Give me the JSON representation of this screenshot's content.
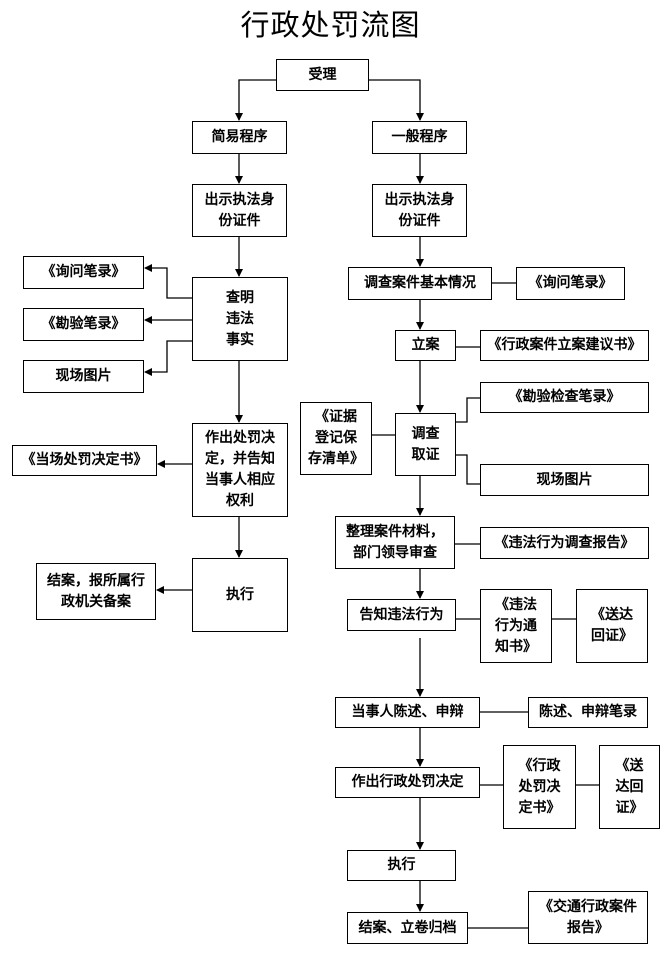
{
  "title": "行政处罚流图",
  "nodes": {
    "accept": "受理",
    "simple_procedure": "简易程序",
    "general_procedure": "一般程序",
    "simple_show_id": "出示执法身\n份证件",
    "general_show_id": "出示执法身\n份证件",
    "verify_facts": "查明\n违法\n事实",
    "simple_inquiry_record": "《询问笔录》",
    "simple_survey_record": "《勘验笔录》",
    "simple_scene_photos": "现场图片",
    "make_decision_inform": "作出处罚决\n定，并告知\n当事人相应\n权利",
    "onsite_decision_doc": "《当场处罚决定书》",
    "simple_execute": "执行",
    "simple_close_report": "结案，报所属行\n政机关备案",
    "investigate_basic": "调查案件基本情况",
    "general_inquiry_record": "《询问笔录》",
    "file_case": "立案",
    "case_filing_proposal": "《行政案件立案建议书》",
    "investigate_evidence": "调查\n取证",
    "evidence_register_list": "《证据\n登记保\n存清单》",
    "survey_inspection_record": "《勘验检查笔录》",
    "general_scene_photos": "现场图片",
    "organize_review": "整理案件材料，\n部门领导审查",
    "violation_investigation_report": "《违法行为调查报告》",
    "notify_violation": "告知违法行为",
    "violation_notice": "《违法\n行为通\n知书》",
    "service_receipt_1": "《送达\n回证》",
    "party_statement": "当事人陈述、申辩",
    "statement_record": "陈述、申辩笔录",
    "make_admin_decision": "作出行政处罚决定",
    "admin_decision_doc": "《行政\n处罚决\n定书》",
    "service_receipt_2": "《送\n达回\n证》",
    "general_execute": "执行",
    "close_archive": "结案、立卷归档",
    "traffic_case_report": "《交通行政案件\n报告》"
  }
}
